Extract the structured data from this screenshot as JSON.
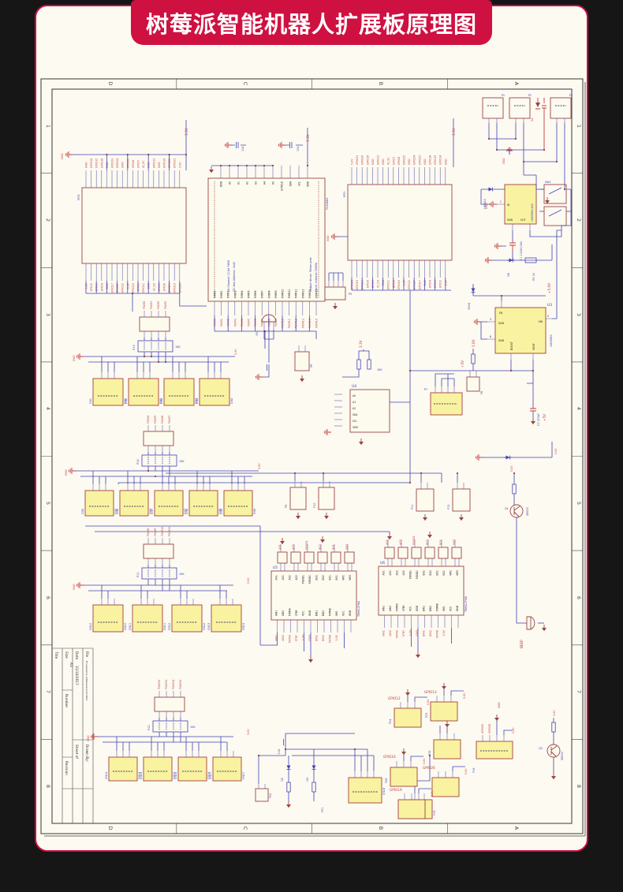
{
  "banner": {
    "title": "树莓派智能机器人扩展板原理图"
  },
  "sheet": {
    "cols": [
      "D",
      "C",
      "B",
      "A"
    ],
    "rows": [
      "1",
      "2",
      "3",
      "4",
      "5",
      "6",
      "7",
      "8"
    ]
  },
  "title_block": {
    "title": "Title",
    "size": "Size",
    "size_val": "A3",
    "number": "Number",
    "revision": "Revision",
    "date": "Date",
    "date_val": "31/10/2017",
    "file": "File",
    "file_val": "D:\\raspberry pi\\Raspberry.SchDoc",
    "sheet_of": "Sheet of",
    "drawn": "Drawn By:"
  },
  "labels": {
    "gnd": "GND",
    "v33": "3.3V",
    "v50": "5.0V",
    "v5p": "+5V",
    "v5o": "+5.0V",
    "c104": "104"
  },
  "rpi2": {
    "ref": "RPI2",
    "top": [
      "GND",
      "GPIO14",
      "GPIO15",
      "GPIO18",
      "GND",
      "GPIO23",
      "GPIO24",
      "GND",
      "GPIO25",
      "GPIO8",
      "GPIO7",
      "ID_SC",
      "GND",
      "GPIO12",
      "GND",
      "GPIO16",
      "GPIO20",
      "GPIO21",
      "5.0V"
    ],
    "bottom": [
      "3.3V",
      "GPIO2",
      "GPIO3",
      "GPIO4",
      "GND",
      "GPIO17",
      "GPIO27",
      "GPIO22",
      "3.3V",
      "GPIO10",
      "GPIO9",
      "GPIO11",
      "GND",
      "ID_SD",
      "GPIO5",
      "GPIO6",
      "GPIO13",
      "GPIO19",
      "GPIO26"
    ]
  },
  "rpi1": {
    "ref": "RPI1",
    "top": [
      "5.0V",
      "GPIO21",
      "GPIO20",
      "GPIO16",
      "GND",
      "GPIO12",
      "GND",
      "ID_SC",
      "GPIO7",
      "GPIO8",
      "GPIO25",
      "GND",
      "GPIO24",
      "GPIO23",
      "GND",
      "GPIO18",
      "GPIO15",
      "GPIO14",
      "GND"
    ],
    "bottom": [
      "GPIO26",
      "GPIO19",
      "GPIO13",
      "GPIO6",
      "GPIO5",
      "ID_SD",
      "GND",
      "GPIO11",
      "GPIO9",
      "GPIO10",
      "3.3V",
      "GPIO22",
      "GPIO27",
      "GPIO17",
      "GND",
      "GPIO4",
      "GPIO3",
      "GPIO2",
      "3.3V"
    ]
  },
  "pca": {
    "ref": "PCA9685",
    "top_pins": [
      "GND",
      "A0",
      "A1",
      "A2",
      "A3",
      "A4",
      "A5",
      "EXTCLK",
      "SDA",
      "SCL",
      "VDD"
    ],
    "pwm_pins": [
      "PWM0",
      "PWM1",
      "PWM2",
      "PWM3",
      "PWM4",
      "PWM5",
      "PWM6",
      "PWM7",
      "PWM8",
      "PWM9",
      "PWM10",
      "PWM11",
      "PWM12",
      "PWM13",
      "PWM14",
      "PWM15"
    ],
    "pwm_nets": [
      "PWM0",
      "PWM1",
      "PWM2",
      "PWM3",
      "PWM4",
      "PWM5",
      "PWM6",
      "PWM7",
      "PWM8",
      "PWM9",
      "PWM10",
      "PWM11",
      "PWM12",
      "PWM13",
      "PWM14",
      "PWM15"
    ],
    "notes_l": [
      "16-Channel 12-bit PWM",
      "I2C-bus Address: 0x40"
    ],
    "notes_r": [
      "Output driver: Totem pole",
      "Clock: Internal 25MHz"
    ]
  },
  "tb": {
    "ref": "TB6612FNG",
    "u5": "U5",
    "u6": "U6",
    "top_nets": [
      "AO1",
      "AO2",
      "PGND1",
      "BO2",
      "BO1",
      "VM2"
    ],
    "top_pins": [
      "AO1",
      "AO1",
      "AO2",
      "AO2",
      "PGND1",
      "PGND1",
      "BO2",
      "BO2",
      "BO1",
      "BO1",
      "VM2",
      "VM3"
    ],
    "bot_pins": [
      "AIN1",
      "AIN2",
      "PWMA",
      "STBY",
      "VCC",
      "GND",
      "BIN1",
      "BIN2",
      "PWMB",
      "VM1",
      "VCC",
      "GND"
    ],
    "bot_nets": [
      "AIN1",
      "AIN2",
      "PWMA",
      "STBY",
      "3.3V",
      "GND",
      "BIN1",
      "BIN2",
      "PWMB",
      "5.0V"
    ]
  },
  "reg1": {
    "name": "LM2596S-ADJ",
    "sw": "SW1",
    "pin1": "1",
    "in": "IN",
    "gnd": "GND",
    "out": "OUT",
    "c1": "C1 100uF/16V",
    "d6": "D6",
    "r9": "R9 1K",
    "d5": "1N5822",
    "f1": "F1 2A",
    "d1": "D1"
  },
  "reg2": {
    "name": "LM2596S",
    "ref": "U3",
    "en": "EN",
    "gnd": "GND",
    "p3": "3",
    "p6": "6",
    "p5": "5",
    "vin": "VIN",
    "boost": "BOOST",
    "vout": "VOUT",
    "ss34": "SS34",
    "c7": "C7 220uF"
  },
  "groups": {
    "r13": "R13",
    "r14": "R14",
    "r11": "R11",
    "r12": "R12",
    "k10": "10K",
    "g1": {
      "cn": [
        "CN1",
        "CN2",
        "CN3",
        "CN4"
      ],
      "nets": [
        "PWM0",
        "PWM1",
        "PWM2",
        "PWM3"
      ]
    },
    "g2": {
      "cn": [
        "CN5",
        "CN6",
        "CN7",
        "CN8",
        "CN9"
      ],
      "nets": [
        "PWM4",
        "PWM5",
        "PWM6",
        "PWM7"
      ]
    },
    "g3": {
      "cn": [
        "CN10",
        "CN11",
        "CN12",
        "CN13"
      ],
      "nets": [
        "PWM8",
        "PWM9",
        "PWM10",
        "PWM11"
      ]
    },
    "g4": {
      "cn": [
        "CN14",
        "CN15",
        "CN16",
        "CN17"
      ],
      "nets": [
        "PWM12",
        "PWM13",
        "PWM14",
        "PWM15"
      ]
    }
  },
  "parts": {
    "p1": "P1",
    "p2": "P2",
    "p3": "P3",
    "p5": "P5",
    "p6": "P6",
    "p7": "P7",
    "p8": "P8",
    "p9": "P9",
    "p10": "P10",
    "p11": "P11",
    "p12": "P12",
    "p16": "P16",
    "p19": "P19",
    "p21": "P21",
    "p22": "P22",
    "p23": "P23",
    "p24": "P24",
    "p25": "P25",
    "p26": "P26",
    "u4": "U4",
    "u4_pins": [
      "A0",
      "A1",
      "A2",
      "SDA",
      "SCL",
      "VDD"
    ],
    "r1516": "10K",
    "q1": "Q1",
    "q2": "Q2",
    "s8550": "S8550",
    "beep": "BEEP",
    "ir1": "IR1",
    "cn18": "CN18",
    "d2": "D2",
    "d3": "D3"
  },
  "gpio": {
    "g12": "GPIO12",
    "g13": "GPIO13",
    "g16": "GPIO16",
    "g19": "GPIO19",
    "g26": "GPIO26",
    "wide": [
      "GPIO05",
      "GPIO06"
    ]
  }
}
